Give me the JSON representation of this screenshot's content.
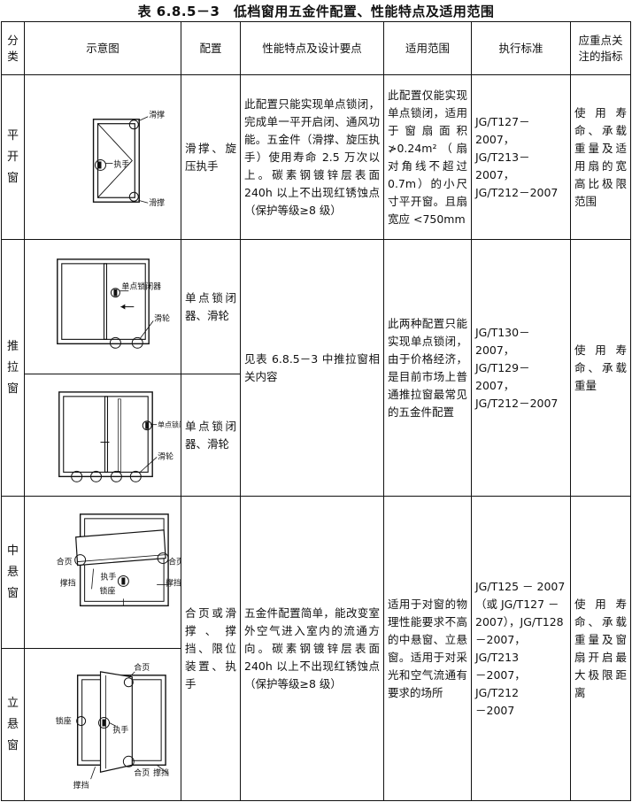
{
  "title": "表 6.8.5－3　低档窗用五金件配置、性能特点及适用范围",
  "headers": {
    "category": "分\n类",
    "diagram": "示意图",
    "config": "配置",
    "features": "性能特点及设计要点",
    "scope": "适用范围",
    "standard": "执行标准",
    "indicators": "应重点关\n注的指标"
  },
  "rows": {
    "casement": {
      "category": [
        "平",
        "开",
        "窗"
      ],
      "labels": {
        "slide_top": "滑撑",
        "handle": "执手",
        "slide_bottom": "滑撑"
      },
      "config": "滑撑、旋压执手",
      "features": "此配置只能实现单点锁闭，完成单一平开启闭、通风功能。五金件（滑撑、旋压执手）使用寿命 2.5 万次以上。碳素钢镀锌层表面 240h 以上不出现红锈蚀点（保护等级≥8 级）",
      "scope": "此配置仅能实现单点锁闭，适用于窗扇面积≯0.24m²（扇对角线不超过 0.7m）的小尺寸平开窗。且扇宽应 <750mm",
      "standard": "JG/T127－2007，\nJG/T213－2007，\nJG/T212－2007",
      "indicators": "使用寿命、承载重量及适用扇的宽高比极限范围"
    },
    "sliding": {
      "category": [
        "推",
        "拉",
        "窗"
      ],
      "labels_a": {
        "lock": "单点锁闭器",
        "wheel": "滑轮"
      },
      "labels_b": {
        "lock": "单点锁闭器",
        "wheel": "滑轮"
      },
      "config_a": "单点锁闭器、滑轮",
      "config_b": "单点锁闭器、滑轮",
      "features": "见表 6.8.5－3 中推拉窗相关内容",
      "scope": "此两种配置只能实现单点锁闭，由于价格经济，是目前市场上普通推拉窗最常见的五金件配置",
      "standard": "JG/T130－2007，\nJG/T129－2007，\nJG/T212－2007",
      "indicators": "使用寿命、承载重量"
    },
    "center_pivot": {
      "category": [
        "中",
        "悬",
        "窗"
      ],
      "labels": {
        "hinge_left": "合页",
        "hinge_right": "合页",
        "stay": "撑挡",
        "handle": "执手",
        "lock": "锁座",
        "stay_right": "撑挡"
      }
    },
    "vertical_pivot": {
      "category": [
        "立",
        "悬",
        "窗"
      ],
      "labels": {
        "hinge_top": "合页",
        "lock": "锁座",
        "handle": "执手",
        "stay_bottom": "撑挡",
        "hinge_bottom": "合页",
        "stay_right": "撑挡"
      }
    },
    "pivot_shared": {
      "config": "合页或滑撑、撑挡、限位装置、执手",
      "features": "五金件配置简单，能改变室外空气进入室内的流通方向。碳素钢镀锌层表面 240h 以上不出现红锈蚀点（保护等级≥8 级）",
      "scope": "适用于对窗的物理性能要求不高的中悬窗、立悬窗。适用于对采光和空气流通有要求的场所",
      "standard": "JG/T125 － 2007\n（或 JG/T127 －\n2007），JG/T128\n－2007，JG/T213\n－2007，JG/T212\n－2007",
      "indicators": "使用寿命、承载重量及窗扇开启最大极限距离"
    }
  }
}
